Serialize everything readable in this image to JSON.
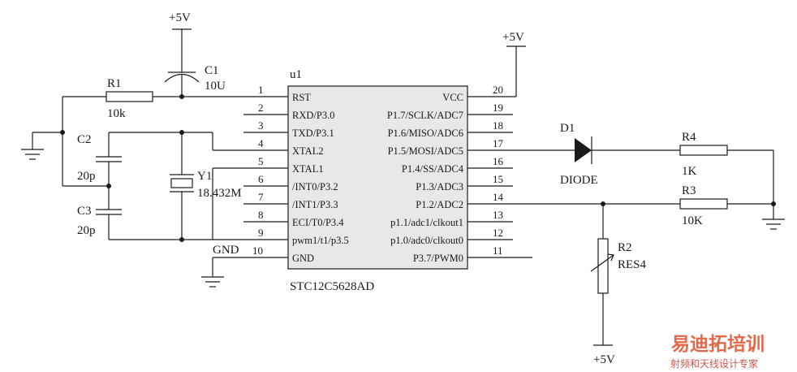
{
  "chip": {
    "designator": "u1",
    "part": "STC12C5628AD",
    "left_pins": [
      {
        "num": "1",
        "name": "RST"
      },
      {
        "num": "2",
        "name": "RXD/P3.0"
      },
      {
        "num": "3",
        "name": "TXD/P3.1"
      },
      {
        "num": "4",
        "name": "XTAL2"
      },
      {
        "num": "5",
        "name": "XTAL1"
      },
      {
        "num": "6",
        "name": "/INT0/P3.2"
      },
      {
        "num": "7",
        "name": "/INT1/P3.3"
      },
      {
        "num": "8",
        "name": "ECI/T0/P3.4"
      },
      {
        "num": "9",
        "name": "pwm1/t1/p3.5"
      },
      {
        "num": "10",
        "name": "GND"
      }
    ],
    "right_pins": [
      {
        "num": "20",
        "name": "VCC"
      },
      {
        "num": "19",
        "name": "P1.7/SCLK/ADC7"
      },
      {
        "num": "18",
        "name": "P1.6/MISO/ADC6"
      },
      {
        "num": "17",
        "name": "P1.5/MOSI/ADC5"
      },
      {
        "num": "16",
        "name": "P1.4/SS/ADC4"
      },
      {
        "num": "15",
        "name": "P1.3/ADC3"
      },
      {
        "num": "14",
        "name": "P1.2/ADC2"
      },
      {
        "num": "13",
        "name": "p1.1/adc1/clkout1"
      },
      {
        "num": "12",
        "name": "p1.0/adc0/clkout0"
      },
      {
        "num": "11",
        "name": "P3.7/PWM0"
      }
    ]
  },
  "components": {
    "r1": {
      "ref": "R1",
      "value": "10k"
    },
    "c1": {
      "ref": "C1",
      "value": "10U"
    },
    "c2": {
      "ref": "C2",
      "value": "20p"
    },
    "c3": {
      "ref": "C3",
      "value": "20p"
    },
    "y1": {
      "ref": "Y1",
      "value": "18.432M"
    },
    "d1": {
      "ref": "D1",
      "value": "DIODE"
    },
    "r4": {
      "ref": "R4",
      "value": "1K"
    },
    "r3": {
      "ref": "R3",
      "value": "10K"
    },
    "r2": {
      "ref": "R2",
      "value": "RES4"
    }
  },
  "nets": {
    "vcc_top": "+5V",
    "vcc_right": "+5V",
    "vcc_bottom": "+5V",
    "gnd": "GND"
  },
  "watermark": {
    "title": "易迪拓培训",
    "subtitle": "射频和天线设计专家",
    "colors": {
      "title": "#e0502a",
      "subtitle": "#c0392b"
    }
  }
}
